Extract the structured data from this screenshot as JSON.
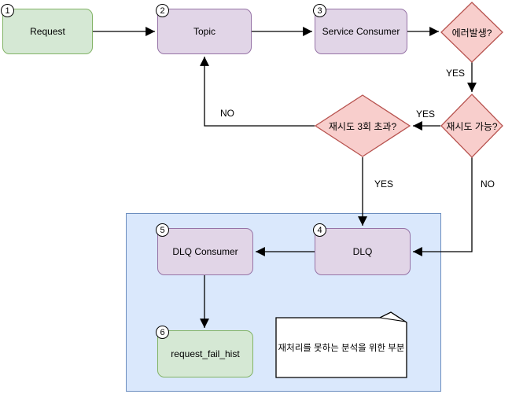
{
  "diagram": {
    "nodes": {
      "request": {
        "badge": "1",
        "label": "Request"
      },
      "topic": {
        "badge": "2",
        "label": "Topic"
      },
      "service_consumer": {
        "badge": "3",
        "label": "Service Consumer"
      },
      "dlq": {
        "badge": "4",
        "label": "DLQ"
      },
      "dlq_consumer": {
        "badge": "5",
        "label": "DLQ Consumer"
      },
      "request_fail_hist": {
        "badge": "6",
        "label": "request_fail_hist"
      }
    },
    "decisions": {
      "error_occurred": {
        "label": "에러발생?"
      },
      "retry_possible": {
        "label": "재시도 가능?"
      },
      "retry_exceeded": {
        "label": "재시도 3회 초과?"
      }
    },
    "edge_labels": {
      "error_yes": "YES",
      "retry_possible_yes": "YES",
      "retry_possible_no": "NO",
      "retry_exceeded_no": "NO",
      "retry_exceeded_yes": "YES"
    },
    "note": {
      "text": "재처리를 못하는 분석을 위한 부분"
    },
    "colors": {
      "green_fill": "#d5e8d4",
      "green_stroke": "#82b366",
      "purple_fill": "#e1d5e7",
      "purple_stroke": "#9673a6",
      "red_fill": "#f8cecc",
      "red_stroke": "#b85450",
      "blue_fill": "#dae8fc",
      "blue_stroke": "#6c8ebf"
    }
  }
}
